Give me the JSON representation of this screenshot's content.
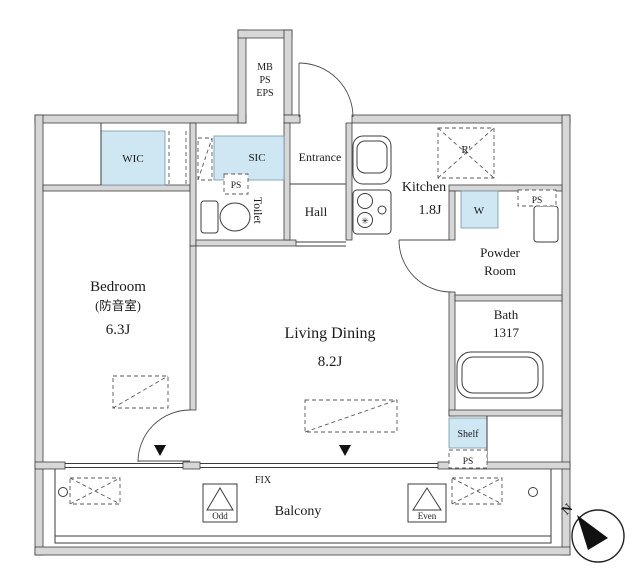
{
  "colors": {
    "wall_fill": "#d7d7d7",
    "wall_stroke": "#3c3c3c",
    "closet_fill": "#cfe7f3",
    "line": "#3c3c3c",
    "text": "#1a1a1a",
    "bg": "#ffffff"
  },
  "shaft": {
    "mb": "MB",
    "ps": "PS",
    "eps": "EPS"
  },
  "rooms": {
    "bedroom": {
      "name": "Bedroom",
      "note": "(防音室)",
      "size": "6.3J"
    },
    "living": {
      "name": "Living Dining",
      "size": "8.2J"
    },
    "kitchen": {
      "name": "Kitchen",
      "size": "1.8J"
    },
    "entrance": "Entrance",
    "hall": "Hall",
    "toilet": "Toilet",
    "wic": "WIC",
    "sic": "SIC",
    "powder": {
      "line1": "Powder",
      "line2": "Room"
    },
    "bath": {
      "name": "Bath",
      "size": "1317"
    },
    "balcony": "Balcony"
  },
  "fixtures": {
    "washer": "W",
    "fridge": "R'",
    "shelf": "Shelf",
    "ps_toilet": "PS",
    "ps_powder": "PS",
    "ps_shelf": "PS",
    "stove_mark": "✳"
  },
  "balcony_marks": {
    "fix": "FIX",
    "odd": "Odd",
    "even": "Even"
  },
  "compass": {
    "north": "N"
  }
}
